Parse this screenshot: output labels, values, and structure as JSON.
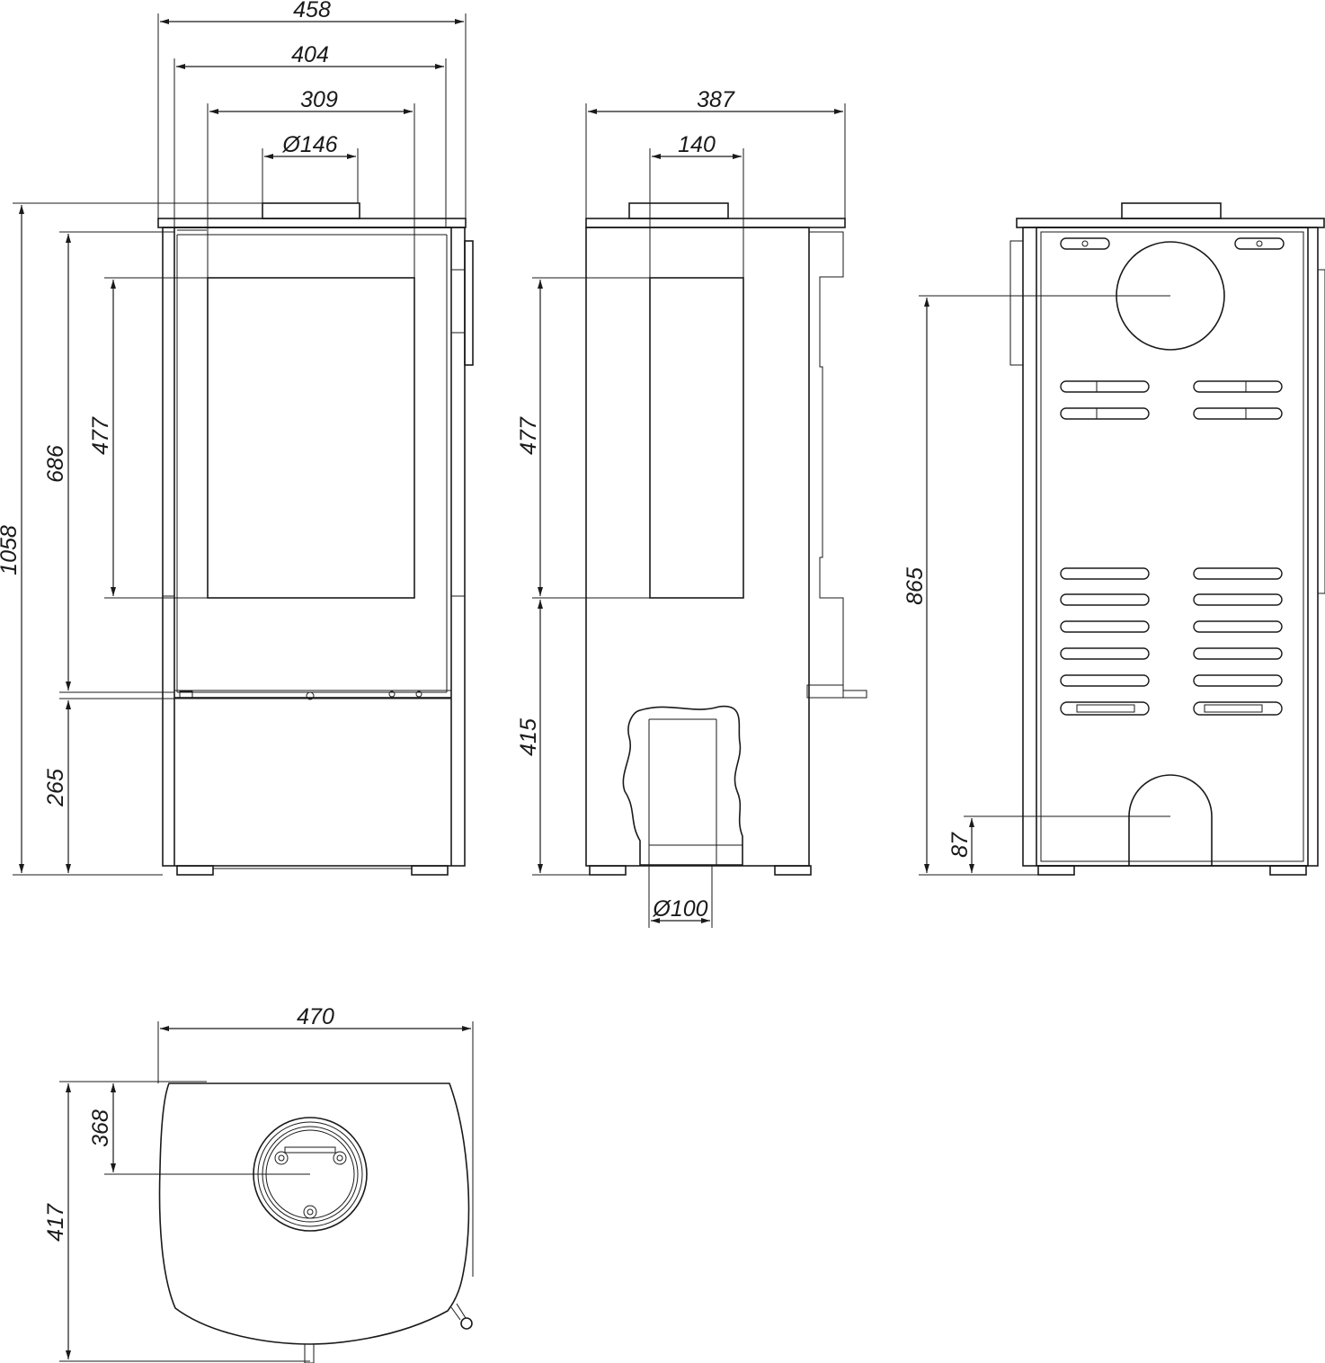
{
  "views": {
    "front": {
      "dimensions": {
        "overall_width": "458",
        "body_width": "404",
        "glass_width": "309",
        "flue_diameter": "Ø146",
        "overall_height": "1058",
        "door_height": "686",
        "glass_height": "477",
        "base_height": "265"
      }
    },
    "side": {
      "dimensions": {
        "depth": "387",
        "flue_width": "140",
        "glass_height": "477",
        "air_inlet_height": "415",
        "air_inlet_diameter": "Ø100"
      }
    },
    "rear": {
      "dimensions": {
        "flue_center_height": "865",
        "air_inlet_center_height": "87"
      }
    },
    "top": {
      "dimensions": {
        "width": "470",
        "flue_center_depth": "368",
        "depth": "417"
      }
    }
  },
  "colors": {
    "line": "#1a1a1a",
    "background": "#ffffff"
  }
}
